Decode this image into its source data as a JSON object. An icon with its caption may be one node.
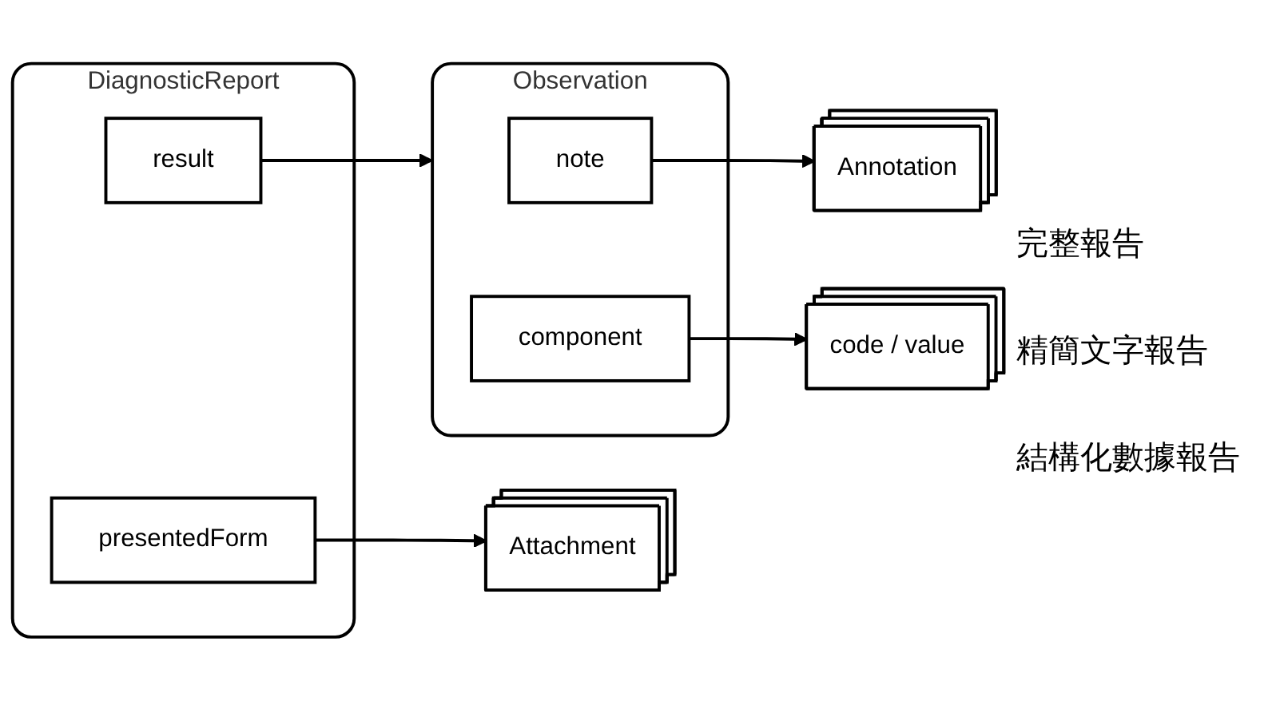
{
  "diagram": {
    "nodes": [
      {
        "text": [
          "DiagnosticReport"
        ]
      },
      {
        "text": [
          "presentedForm"
        ],
        "in": 0
      },
      {
        "text": [
          "result"
        ],
        "in": 0
      },
      {
        "text": [
          "Observation"
        ]
      },
      {
        "text": [
          "note"
        ],
        "in": 3
      },
      {
        "text": [
          "component"
        ],
        "in": 3
      },
      {
        "text": [
          "Attachment"
        ]
      },
      {
        "text": [
          "Annotation"
        ]
      },
      {
        "text": [
          "code / value"
        ]
      }
    ],
    "edges": [
      {
        "from": 1,
        "to": 6,
        "arrow": "to"
      },
      {
        "from": 2,
        "to": 3,
        "arrow": "to"
      },
      {
        "from": 4,
        "to": 7,
        "arrow": "to"
      },
      {
        "from": 5,
        "to": 8,
        "arrow": "to"
      }
    ],
    "labels": [
      "完整報告",
      "精簡文字報告",
      "結構化數據報告"
    ]
  }
}
